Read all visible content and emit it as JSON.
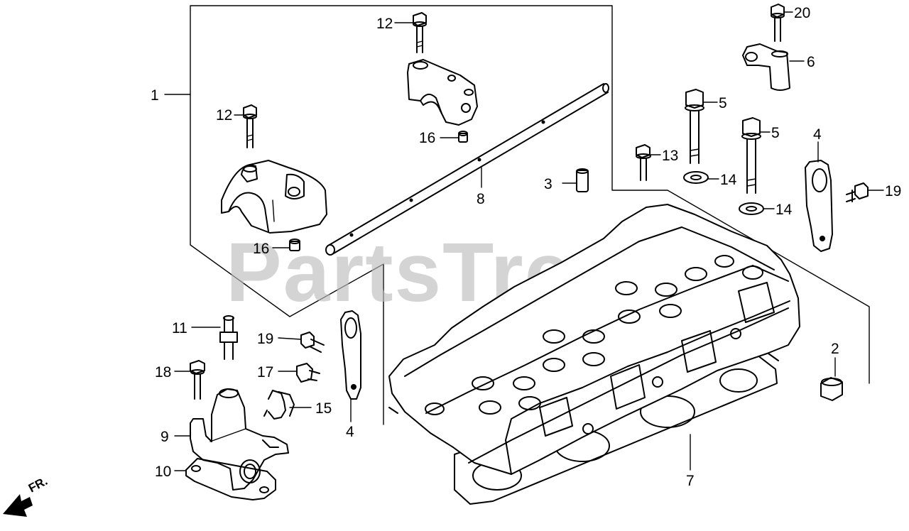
{
  "watermark": "PartsTree",
  "front_marker": {
    "label": "FR."
  },
  "callouts": [
    {
      "key": "c1",
      "label": "1"
    },
    {
      "key": "c12a",
      "label": "12"
    },
    {
      "key": "c12b",
      "label": "12"
    },
    {
      "key": "c16a",
      "label": "16"
    },
    {
      "key": "c16b",
      "label": "16"
    },
    {
      "key": "c8",
      "label": "8"
    },
    {
      "key": "c3",
      "label": "3"
    },
    {
      "key": "c13",
      "label": "13"
    },
    {
      "key": "c5a",
      "label": "5"
    },
    {
      "key": "c5b",
      "label": "5"
    },
    {
      "key": "c14a",
      "label": "14"
    },
    {
      "key": "c14b",
      "label": "14"
    },
    {
      "key": "c20",
      "label": "20"
    },
    {
      "key": "c6",
      "label": "6"
    },
    {
      "key": "c4a",
      "label": "4"
    },
    {
      "key": "c4b",
      "label": "4"
    },
    {
      "key": "c19a",
      "label": "19"
    },
    {
      "key": "c19b",
      "label": "19"
    },
    {
      "key": "c11",
      "label": "11"
    },
    {
      "key": "c18",
      "label": "18"
    },
    {
      "key": "c17",
      "label": "17"
    },
    {
      "key": "c15",
      "label": "15"
    },
    {
      "key": "c9",
      "label": "9"
    },
    {
      "key": "c10",
      "label": "10"
    },
    {
      "key": "c2",
      "label": "2"
    },
    {
      "key": "c7",
      "label": "7"
    }
  ]
}
